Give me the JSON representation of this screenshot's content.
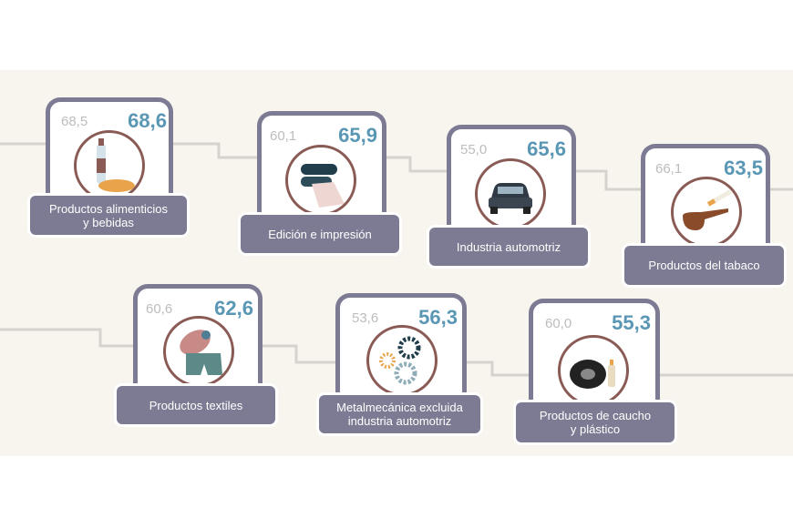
{
  "chart_data": {
    "type": "table",
    "title": "",
    "categories": [
      "Productos alimenticios y bebidas",
      "Edición e impresión",
      "Industria automotriz",
      "Productos del tabaco",
      "Productos textiles",
      "Metalmecánica excluida industria automotriz",
      "Productos de caucho y plástico"
    ],
    "series": [
      {
        "name": "previous",
        "color": "#bdbdbd",
        "values": [
          "68,5",
          "60,1",
          "55,0",
          "66,1",
          "60,6",
          "53,6",
          "60,0"
        ]
      },
      {
        "name": "current",
        "color": "#5a97b5",
        "values": [
          "68,6",
          "65,9",
          "65,6",
          "63,5",
          "62,6",
          "56,3",
          "55,3"
        ]
      }
    ]
  },
  "cards": [
    {
      "label_1": "Productos alimenticios",
      "label_2": "y bebidas",
      "old": "68,5",
      "new": "68,6",
      "icon": "bottle-bread-icon"
    },
    {
      "label_1": "Edición e impresión",
      "label_2": "",
      "old": "60,1",
      "new": "65,9",
      "icon": "printing-rollers-icon"
    },
    {
      "label_1": "Industria automotriz",
      "label_2": "",
      "old": "55,0",
      "new": "65,6",
      "icon": "car-icon"
    },
    {
      "label_1": "Productos del tabaco",
      "label_2": "",
      "old": "66,1",
      "new": "63,5",
      "icon": "pipe-cigarette-icon"
    },
    {
      "label_1": "Productos textiles",
      "label_2": "",
      "old": "60,6",
      "new": "62,6",
      "icon": "thread-shorts-icon"
    },
    {
      "label_1": "Metalmecánica excluida",
      "label_2": "industria automotriz",
      "old": "53,6",
      "new": "56,3",
      "icon": "gears-icon"
    },
    {
      "label_1": "Productos de caucho",
      "label_2": "y plástico",
      "old": "60,0",
      "new": "55,3",
      "icon": "tire-bottle-icon"
    }
  ]
}
